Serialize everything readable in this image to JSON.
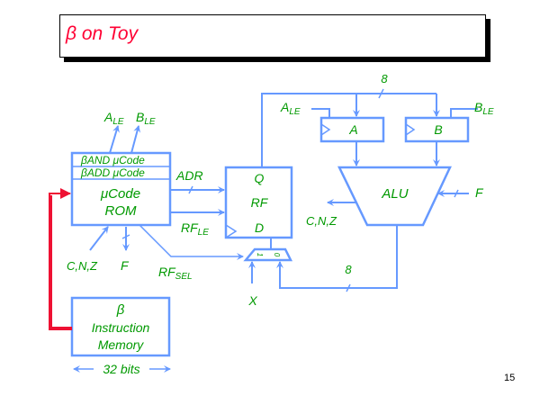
{
  "slide": {
    "title_symbol": "β",
    "title_text": " on Toy",
    "page_number": "15"
  },
  "colors": {
    "title": "#ff0033",
    "label": "#009900",
    "wire": "#6699ff",
    "feedback": "#ee1133"
  },
  "ucode_rom": {
    "row1": "βAND μCode",
    "row2": "βADD μCode",
    "main_line1": "μCode",
    "main_line2": "ROM",
    "out_a": "A",
    "out_a_sub": "LE",
    "out_b": "B",
    "out_b_sub": "LE",
    "in_flags": "C,N,Z",
    "out_f": "F"
  },
  "register_file": {
    "q": "Q",
    "name": "RF",
    "d": "D",
    "adr": "ADR",
    "rf_le": "RF",
    "rf_le_sub": "LE",
    "rf_sel": "RF",
    "rf_sel_sub": "SEL"
  },
  "mux": {
    "in1": "1",
    "in0": "0",
    "x_input": "X"
  },
  "registers": {
    "a_label": "A",
    "b_label": "B",
    "a_le": "A",
    "a_le_sub": "LE",
    "b_le": "B",
    "b_le_sub": "LE",
    "bus_width_top": "8"
  },
  "alu": {
    "name": "ALU",
    "f_input": "F",
    "flags_out": "C,N,Z",
    "bus_width_out": "8"
  },
  "instruction_memory": {
    "line1": "β",
    "line2": "Instruction",
    "line3": "Memory",
    "width_label": "32 bits"
  }
}
